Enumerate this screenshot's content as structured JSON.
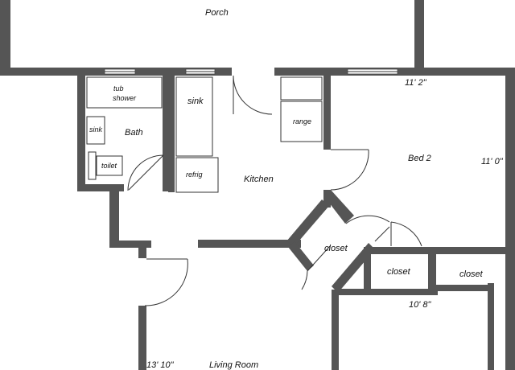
{
  "rooms": {
    "porch": "Porch",
    "bath": "Bath",
    "kitchen": "Kitchen",
    "bed2": "Bed 2",
    "living_room": "Living Room",
    "closet_a": "closet",
    "closet_b": "closet",
    "closet_c": "closet"
  },
  "fixtures": {
    "tub_line1": "tub",
    "tub_line2": "shower",
    "bath_sink": "sink",
    "toilet": "toilet",
    "kitchen_sink": "sink",
    "refrig": "refrig",
    "range": "range"
  },
  "dimensions": {
    "bed2_width": "11' 2\"",
    "bed2_depth": "11' 0\"",
    "lower_width": "10' 8\"",
    "living_depth": "13' 10\""
  },
  "colors": {
    "wall": "#555555",
    "background": "#ffffff"
  }
}
